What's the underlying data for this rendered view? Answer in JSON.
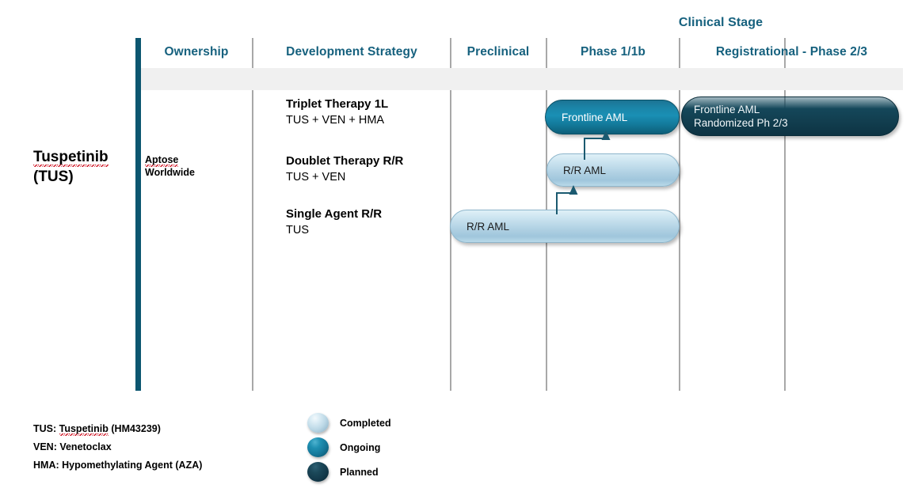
{
  "title": "Clinical Stage",
  "product": {
    "name_line1": "Tuspetinib",
    "name_line2": "(TUS)"
  },
  "columns": {
    "ownership": "Ownership",
    "development_strategy": "Development Strategy",
    "preclinical": "Preclinical",
    "phase_1_1b": "Phase 1/1b",
    "registrational": "Registrational - Phase 2/3"
  },
  "ownership": {
    "line1": "Aptose",
    "line2": "Worldwide"
  },
  "strategies": [
    {
      "title": "Triplet Therapy 1L",
      "detail": "TUS + VEN + HMA"
    },
    {
      "title": "Doublet Therapy R/R",
      "detail": "TUS + VEN"
    },
    {
      "title": "Single Agent R/R",
      "detail": "TUS"
    }
  ],
  "programs": [
    {
      "label": "Frontline AML",
      "status": "ongoing",
      "stage": "Phase 1/1b"
    },
    {
      "label": "Frontline AML\nRandomized Ph 2/3",
      "status": "planned",
      "stage": "Registrational - Phase 2/3"
    },
    {
      "label": "R/R AML",
      "status": "completed",
      "stage": "Phase 1/1b"
    },
    {
      "label": "R/R AML",
      "status": "completed",
      "stage": "Preclinical - Phase 1/1b"
    }
  ],
  "footnotes": [
    {
      "abbr": "TUS:",
      "text": " Tuspetinib (HM43239)",
      "squiggle": "Tuspetinib"
    },
    {
      "abbr": "VEN:",
      "text": " Venetoclax",
      "squiggle": ""
    },
    {
      "abbr": "HMA:",
      "text": " Hypomethylating Agent (AZA)",
      "squiggle": ""
    }
  ],
  "footnote_lines": {
    "line1_pre": "TUS: ",
    "line1_mid": "Tuspetinib",
    "line1_post": " (HM43239)",
    "line2": "VEN: Venetoclax",
    "line3": "HMA: Hypomethylating Agent (AZA)"
  },
  "legend": [
    {
      "label": "Completed",
      "color": "#bcd8e6"
    },
    {
      "label": "Ongoing",
      "color": "#15789a"
    },
    {
      "label": "Planned",
      "color": "#13394a"
    }
  ],
  "colors": {
    "accent_teal": "#16617e",
    "bar_teal": "#0c5670",
    "separator_gray": "#a8a8a8",
    "band_gray": "#f0f0f0",
    "connector": "#1b5a70"
  }
}
